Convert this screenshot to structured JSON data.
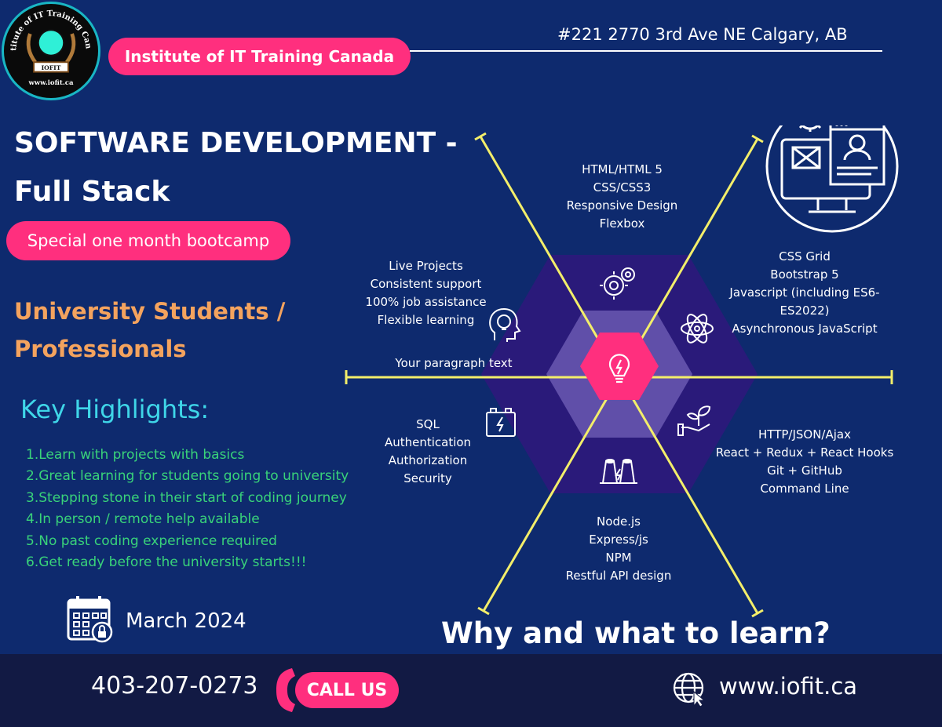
{
  "logo": {
    "ring_text": "Institute of IT Training Canada",
    "badge": "IOFIT",
    "url": "www.iofit.ca"
  },
  "header": {
    "brand_pill": "Institute of IT Training Canada",
    "address": "#221 2770 3rd Ave NE Calgary, AB"
  },
  "hero": {
    "title_line1": "SOFTWARE DEVELOPMENT -",
    "title_line2": "Full Stack",
    "bootcamp": "Special one month bootcamp",
    "audience_line1": "University Students /",
    "audience_line2": "Professionals"
  },
  "highlights": {
    "title": "Key Highlights:",
    "items": [
      "Learn with projects with basics",
      "Great learning for students going to university",
      "Stepping stone in their start of coding journey",
      "In person / remote help available",
      "No past coding experience required",
      "Get ready before the university starts!!!"
    ]
  },
  "event": {
    "date": "March 2024"
  },
  "diagram": {
    "top": [
      "HTML/HTML 5",
      "CSS/CSS3",
      "Responsive Design",
      "Flexbox"
    ],
    "top_right": [
      "CSS Grid",
      "Bootstrap 5",
      "Javascript (including  ES6-",
      "ES2022)",
      "Asynchronous JavaScript"
    ],
    "top_left": [
      "Live Projects",
      "Consistent support",
      "100% job assistance",
      "Flexible learning"
    ],
    "center": "Your paragraph text",
    "left": [
      "SQL",
      "Authentication",
      "Authorization",
      "Security"
    ],
    "right": [
      "HTTP/JSON/Ajax",
      "React + Redux + React Hooks",
      "Git + GitHub",
      "Command Line"
    ],
    "bottom": [
      "Node.js",
      "Express/js",
      "NPM",
      "Restful API design"
    ],
    "heading": "Why and what to learn?"
  },
  "footer": {
    "phone": "403-207-0273",
    "call_label": "CALL US",
    "website": "www.iofit.ca"
  },
  "colors": {
    "background": "#0e2a6e",
    "pink": "#ff2f7e",
    "orange": "#f4a35e",
    "cyan": "#3fd6e8",
    "green": "#39d37a",
    "yellow": "#f3ee6a",
    "hexagon_outer": "#2a1a7a",
    "footer": "#121a44"
  },
  "icons": [
    "calendar-icon",
    "globe-icon",
    "monitor-gear-icon",
    "gears-icon",
    "atom-icon",
    "lightbulb-head-icon",
    "lightbulb-icon",
    "battery-icon",
    "plant-hand-icon",
    "power-plant-icon"
  ]
}
